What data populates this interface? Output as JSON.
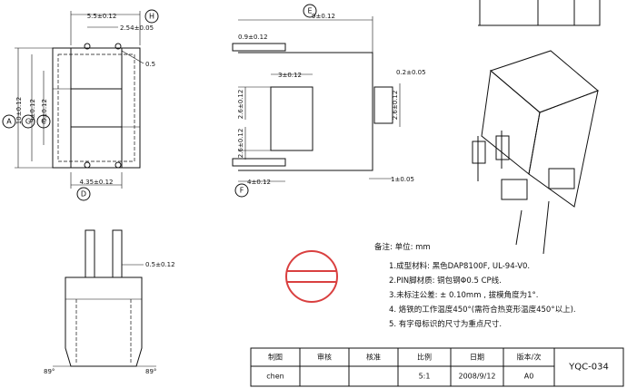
{
  "dimensions": {
    "top": "5.5±0.12",
    "h_pitch": "2.54±0.05",
    "pin_dia": "0.5",
    "a": "10±0.12",
    "g": "9±0.12",
    "c": "6±0.12",
    "bottom_d": "4.35±0.12",
    "side_e": "9±0.12",
    "side_pin": "0.9±0.12",
    "side_3": "3±0.12",
    "side_02": "0.2±0.05",
    "side_26a": "2.6±0.12",
    "side_26b": "2.6±0.12",
    "side_4": "4±0.12",
    "side_1": "1±0.05",
    "front_05": "0.5±0.12",
    "angle_l": "89°",
    "angle_r": "89°"
  },
  "circle_labels": {
    "a": "A",
    "g": "G",
    "c": "C",
    "d": "D",
    "e": "E",
    "f": "F",
    "h": "H"
  },
  "notes": {
    "heading": "备注:  单位: mm",
    "items": [
      "1.成型材料:  黑色DAP8100F, UL-94-V0.",
      "2.PIN脚材质:  铜包钢Φ0.5 CP线.",
      "3.未标注公差:  ± 0.10mm , 拔模角度为1°.",
      "4. 烙铁的工作温度450°(需符合热变形温度450°以上).",
      "5. 有字母标识的尺寸为重点尺寸."
    ]
  },
  "title_block": {
    "headers": [
      "制图",
      "审核",
      "核准",
      "比例",
      "日期",
      "版本/次"
    ],
    "values": [
      "chen",
      "",
      "",
      "5:1",
      "2008/9/12",
      "A0"
    ],
    "code": "YQC-034"
  }
}
